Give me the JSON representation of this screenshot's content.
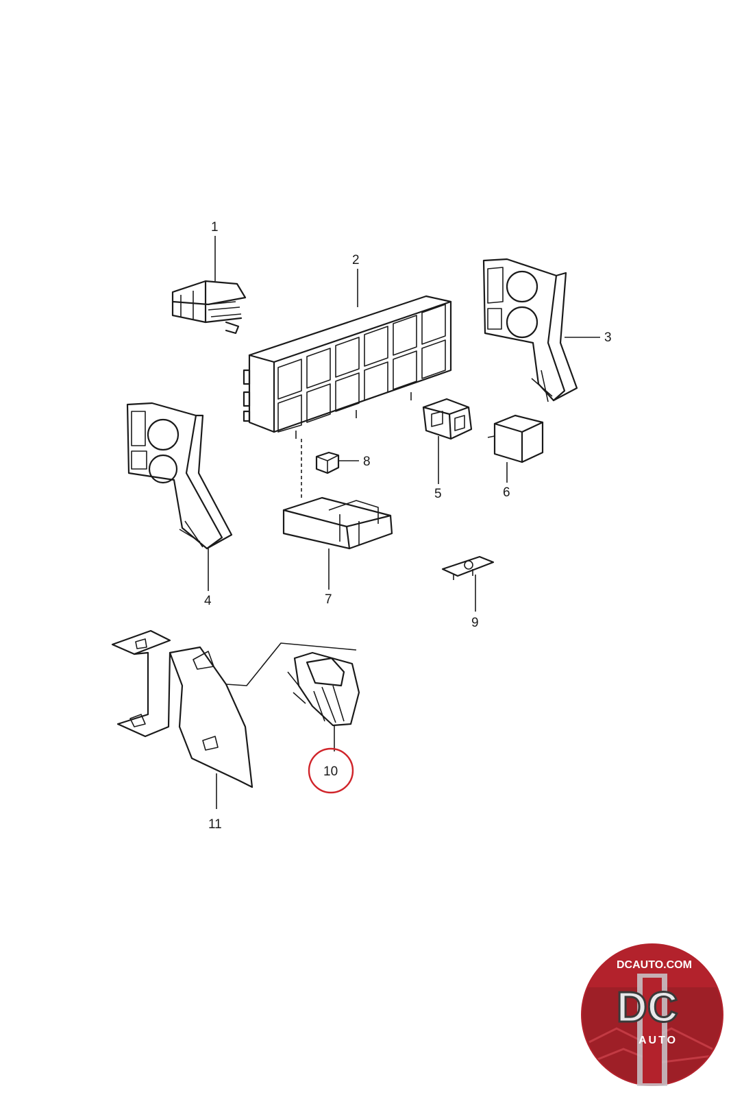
{
  "diagram": {
    "callouts": [
      "1",
      "2",
      "3",
      "4",
      "5",
      "6",
      "7",
      "8",
      "9",
      "10",
      "11"
    ],
    "highlighted_callout": "10",
    "highlight_color": "#d0242a"
  },
  "logo": {
    "top_text": "DCAUTO.COM",
    "monogram": "DC",
    "sub_text": "AUTO",
    "colors": {
      "red": "#b3222c",
      "silver": "#c8c8cc",
      "dark": "#2b2b2b"
    }
  }
}
